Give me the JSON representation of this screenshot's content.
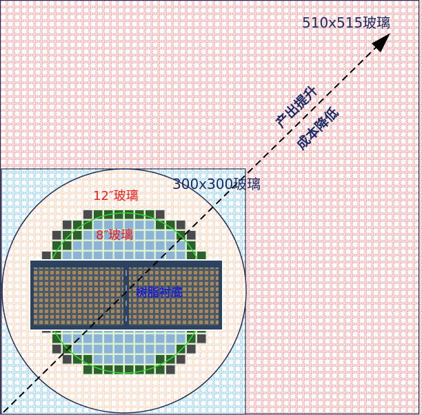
{
  "labels": {
    "large_panel": "510x515玻璃",
    "medium_panel": "300x300玻璃",
    "wafer_12": "12″玻璃",
    "wafer_8": "8″玻璃",
    "substrate": "树脂衬底",
    "arrow_line1": "产出提升",
    "arrow_line2": "成本降低"
  },
  "colors": {
    "large_grid": "#f26a6a",
    "medium_grid": "#4fb6e6",
    "wafer_grid": "#f6b183",
    "outline": "#1e2d52",
    "text_dark": "#1c2a66",
    "text_red": "#ee1c1c",
    "text_blue": "#1a22c8",
    "die_blue": "#8db4d8",
    "die_green": "#2f5e2f",
    "die_dark": "#4a4a4a",
    "wafer8_edge": "#33dd33",
    "substrate_frame": "#2b4361",
    "substrate_pads": "#a8895a"
  }
}
